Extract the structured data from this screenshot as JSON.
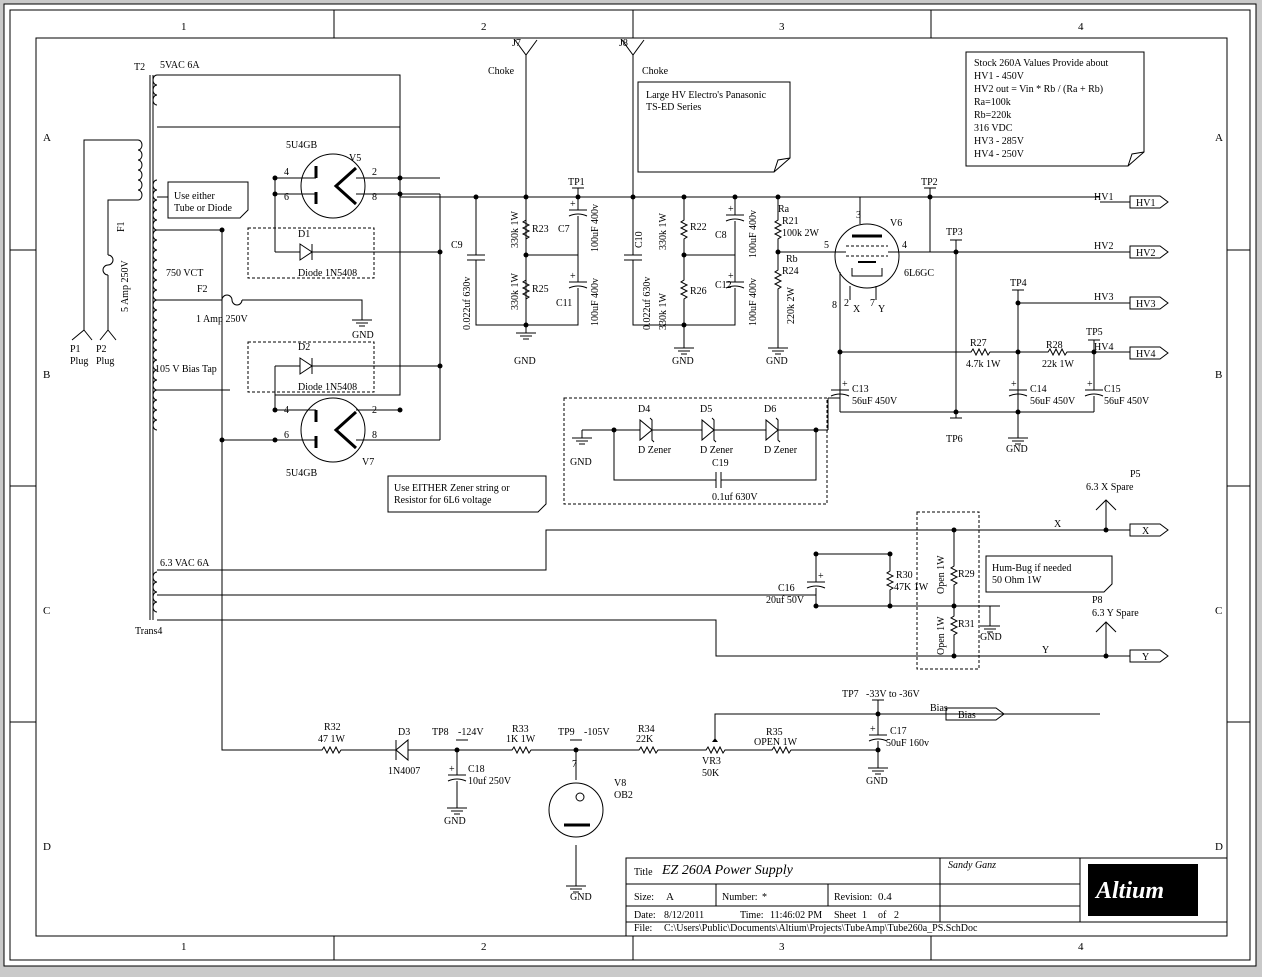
{
  "border": {
    "columns": [
      "1",
      "2",
      "3",
      "4"
    ],
    "rows": [
      "A",
      "B",
      "C",
      "D"
    ]
  },
  "notes": {
    "stock": [
      "Stock 260A Values Provide about",
      "HV1 - 450V",
      "HV2 out = Vin * Rb / (Ra + Rb)",
      "Ra=100k",
      "Rb=220k",
      "316 VDC",
      "HV3 - 285V",
      "HV4 - 250V"
    ],
    "panasonic": [
      "Large HV Electro's Panasonic",
      "TS-ED Series"
    ],
    "tube_or_diode": [
      "Use either",
      "Tube or Diode"
    ],
    "zener": [
      "Use EITHER Zener string or",
      "Resistor for 6L6 voltage"
    ],
    "humbug": [
      "Hum-Bug if needed",
      "50 Ohm 1W"
    ]
  },
  "labels": {
    "t2": "T2",
    "vac5": "5VAC 6A",
    "vct750": "750 VCT",
    "bias_tap": "105 V Bias Tap",
    "vac63": "6.3 VAC 6A",
    "trans4": "Trans4",
    "f1": "F1",
    "f1_val": "5 Amp 250V",
    "f2": "F2",
    "f2_val": "1 Amp 250V",
    "p1": "P1",
    "p2": "P2",
    "plug": "Plug",
    "v5": "V5",
    "v7": "V7",
    "tube5u4": "5U4GB",
    "p4": "4",
    "p6": "6",
    "p2n": "2",
    "p8": "8",
    "d1": "D1",
    "d2": "D2",
    "diode": "Diode 1N5408",
    "j7": "J7",
    "j8": "J8",
    "choke": "Choke",
    "c9": "C9",
    "c9_val": "0.022uf 630v",
    "c10": "C10",
    "c10_val": "0.022uf 630v",
    "r23": "R23",
    "r25": "R25",
    "r330": "330k 1W",
    "tp1": "TP1",
    "c7": "C7",
    "c11": "C11",
    "c400": "100uF 400v",
    "r22": "R22",
    "r26": "R26",
    "c8": "C8",
    "c12": "C12",
    "ra": "Ra",
    "r21": "R21",
    "r21_val": "100k 2W",
    "rb": "Rb",
    "r24": "R24",
    "r24_val": "220k 2W",
    "v6": "V6",
    "tube6l6": "6L6GC",
    "pin3": "3",
    "pin5": "5",
    "pin4": "4",
    "pin8": "8",
    "pin2": "2",
    "pin7": "7",
    "px": "X",
    "py": "Y",
    "tp2": "TP2",
    "tp3": "TP3",
    "tp4": "TP4",
    "tp5": "TP5",
    "tp6": "TP6",
    "hv1": "HV1",
    "hv2": "HV2",
    "hv3": "HV3",
    "hv4": "HV4",
    "r27": "R27",
    "r27_val": "4.7k 1W",
    "r28": "R28",
    "r28_val": "22k 1W",
    "c13": "C13",
    "c14": "C14",
    "c15": "C15",
    "c56": "56uF 450V",
    "gnd": "GND",
    "d4": "D4",
    "d5": "D5",
    "d6": "D6",
    "dzener": "D Zener",
    "c19": "C19",
    "c19_val": "0.1uf 630V",
    "p5": "P5",
    "p5_val": "6.3 X Spare",
    "p8lbl": "P8",
    "p8_val": "6.3 Y Spare",
    "x": "X",
    "y": "Y",
    "c16": "C16",
    "c16_val": "20uf 50V",
    "r30": "R30",
    "r30_val": "47K 1W",
    "r29": "R29",
    "r31": "R31",
    "open1w": "Open 1W",
    "tp7": "TP7",
    "tp7_val": "-33V to -36V",
    "bias": "Bias",
    "r32": "R32",
    "r32_val": "47 1W",
    "d3": "D3",
    "d3_val": "1N4007",
    "tp8": "TP8",
    "tp8_val": "-124V",
    "c18": "C18",
    "c18_val": "10uf 250V",
    "r33": "R33",
    "r33_val": "1K 1W",
    "tp9": "TP9",
    "tp9_val": "-105V",
    "v8": "V8",
    "ob2": "OB2",
    "pin7b": "7",
    "r34": "R34",
    "r34_val": "22K",
    "vr3": "VR3",
    "vr3_val": "50K",
    "r35": "R35",
    "r35_val": "OPEN 1W",
    "c17": "C17",
    "c17_val": "50uF 160v"
  },
  "title_block": {
    "title_label": "Title",
    "title": "EZ 260A Power Supply",
    "author": "Sandy Ganz",
    "size_label": "Size:",
    "size": "A",
    "number_label": "Number:",
    "number": "*",
    "revision_label": "Revision:",
    "revision": "0.4",
    "date_label": "Date:",
    "date": "8/12/2011",
    "time_label": "Time:",
    "time": "11:46:02 PM",
    "sheet_label": "Sheet",
    "sheet": "1",
    "of_label": "of",
    "of": "2",
    "file_label": "File:",
    "file": "C:\\Users\\Public\\Documents\\Altium\\Projects\\TubeAmp\\Tube260a_PS.SchDoc",
    "logo": "Altium"
  }
}
